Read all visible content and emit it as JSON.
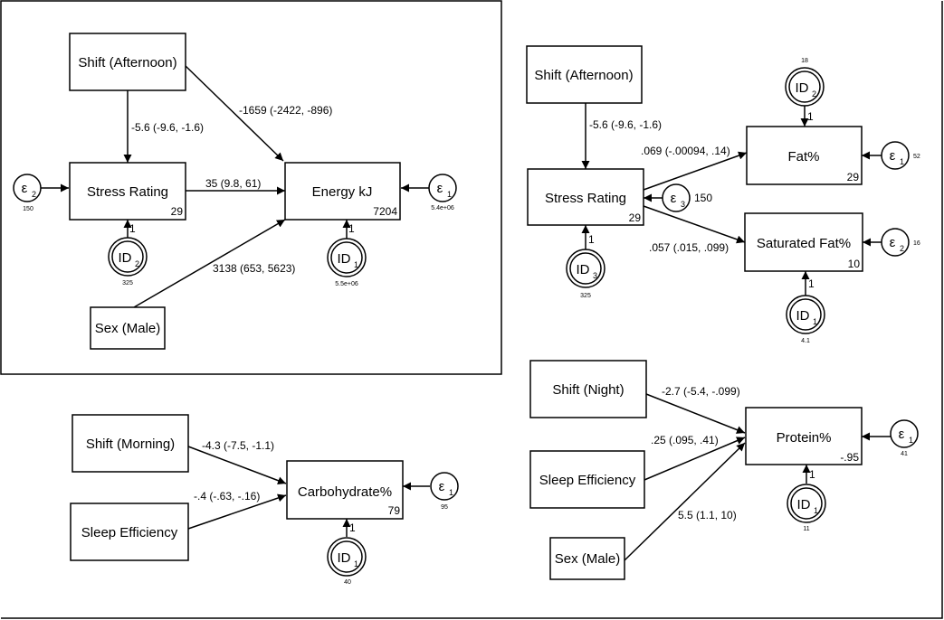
{
  "panels": [
    {
      "id": "energy",
      "nodes": [
        {
          "key": "shift",
          "label": "Shift (Afternoon)"
        },
        {
          "key": "stress",
          "label": "Stress Rating",
          "intercept": "29"
        },
        {
          "key": "outcome",
          "label": "Energy kJ",
          "intercept": "7204"
        },
        {
          "key": "sex",
          "label": "Sex (Male)"
        }
      ],
      "latents": [
        {
          "key": "e_stress",
          "symbol": "ε",
          "sub": "2",
          "value": "150"
        },
        {
          "key": "e_out",
          "symbol": "ε",
          "sub": "1",
          "value": "5.4e+06"
        },
        {
          "key": "id_stress",
          "symbol": "ID",
          "sub": "2",
          "value": "325",
          "constraint": "1"
        },
        {
          "key": "id_out",
          "symbol": "ID",
          "sub": "1",
          "value": "5.5e+06",
          "constraint": "1"
        }
      ],
      "paths": [
        {
          "key": "shift_stress",
          "coef": "-5.6 (-9.6, -1.6)"
        },
        {
          "key": "shift_out",
          "coef": "-1659 (-2422, -896)"
        },
        {
          "key": "stress_out",
          "coef": "35 (9.8, 61)"
        },
        {
          "key": "sex_out",
          "coef": "3138 (653, 5623)"
        }
      ]
    },
    {
      "id": "carbohydrate",
      "nodes": [
        {
          "key": "shift",
          "label": "Shift (Morning)"
        },
        {
          "key": "sleep",
          "label": "Sleep Efficiency"
        },
        {
          "key": "outcome",
          "label": "Carbohydrate%",
          "intercept": "79"
        }
      ],
      "latents": [
        {
          "key": "e_out",
          "symbol": "ε",
          "sub": "1",
          "value": "95"
        },
        {
          "key": "id_out",
          "symbol": "ID",
          "sub": "1",
          "value": "40",
          "constraint": "1"
        }
      ],
      "paths": [
        {
          "key": "shift_out",
          "coef": "-4.3 (-7.5, -1.1)"
        },
        {
          "key": "sleep_out",
          "coef": "-.4 (-.63, -.16)"
        }
      ]
    },
    {
      "id": "fat",
      "nodes": [
        {
          "key": "shift",
          "label": "Shift (Afternoon)"
        },
        {
          "key": "stress",
          "label": "Stress Rating",
          "intercept": "29"
        },
        {
          "key": "fat",
          "label": "Fat%",
          "intercept": "29"
        },
        {
          "key": "satfat",
          "label": "Saturated Fat%",
          "intercept": "10"
        }
      ],
      "latents": [
        {
          "key": "id_fat",
          "symbol": "ID",
          "sub": "2",
          "value": "18",
          "constraint": "1"
        },
        {
          "key": "e_fat",
          "symbol": "ε",
          "sub": "1",
          "value": "52"
        },
        {
          "key": "e_stress",
          "symbol": "ε",
          "sub": "3",
          "value": "150"
        },
        {
          "key": "e_satfat",
          "symbol": "ε",
          "sub": "2",
          "value": "16"
        },
        {
          "key": "id_stress",
          "symbol": "ID",
          "sub": "3",
          "value": "325",
          "constraint": "1"
        },
        {
          "key": "id_satfat",
          "symbol": "ID",
          "sub": "1",
          "value": "4.1",
          "constraint": "1"
        }
      ],
      "paths": [
        {
          "key": "shift_stress",
          "coef": "-5.6 (-9.6, -1.6)"
        },
        {
          "key": "stress_fat",
          "coef": ".069 (-.00094, .14)"
        },
        {
          "key": "stress_satfat",
          "coef": ".057 (.015, .099)"
        }
      ]
    },
    {
      "id": "protein",
      "nodes": [
        {
          "key": "shift",
          "label": "Shift (Night)"
        },
        {
          "key": "sleep",
          "label": "Sleep Efficiency"
        },
        {
          "key": "sex",
          "label": "Sex (Male)"
        },
        {
          "key": "outcome",
          "label": "Protein%",
          "intercept": "-.95"
        }
      ],
      "latents": [
        {
          "key": "e_out",
          "symbol": "ε",
          "sub": "1",
          "value": "41"
        },
        {
          "key": "id_out",
          "symbol": "ID",
          "sub": "1",
          "value": "11",
          "constraint": "1"
        }
      ],
      "paths": [
        {
          "key": "shift_out",
          "coef": "-2.7 (-5.4, -.099)"
        },
        {
          "key": "sleep_out",
          "coef": ".25 (.095, .41)"
        },
        {
          "key": "sex_out",
          "coef": "5.5 (1.1, 10)"
        }
      ]
    }
  ]
}
